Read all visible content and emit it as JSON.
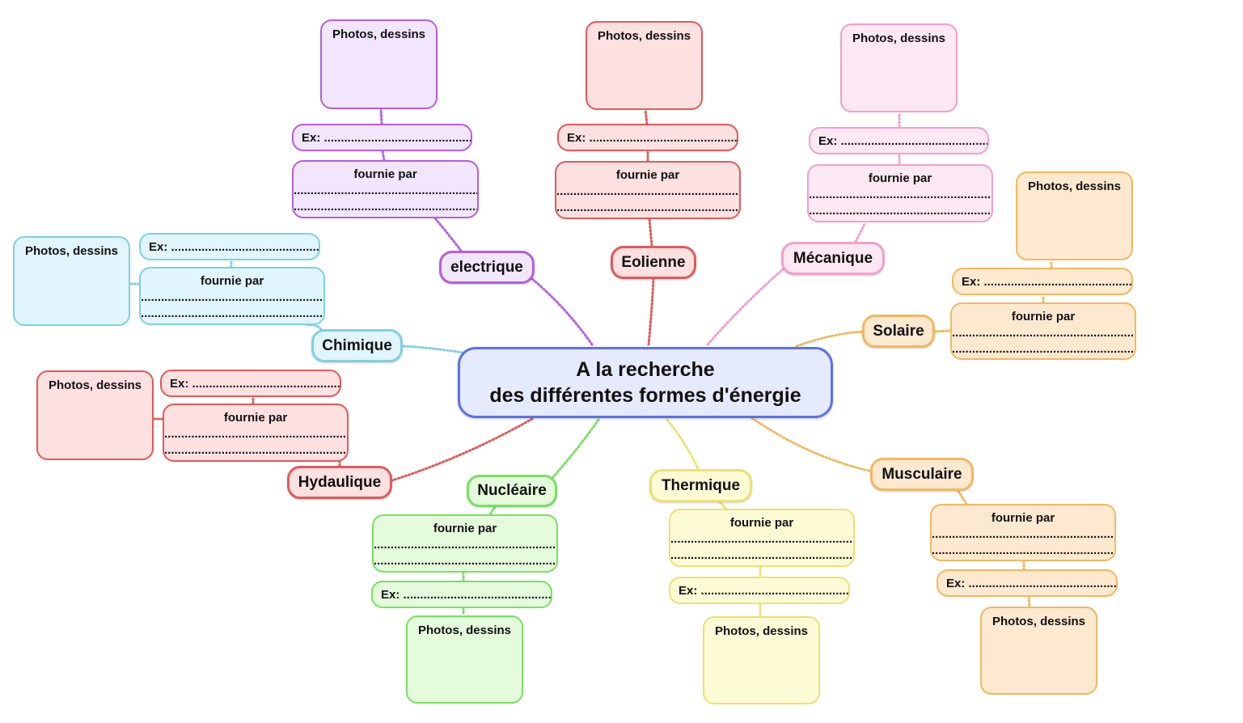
{
  "central": {
    "line1": "A la recherche",
    "line2": "des différentes formes d'énergie"
  },
  "labels": {
    "photos": "Photos, dessins",
    "ex": "Ex: ............................................",
    "fournie_title": "fournie par",
    "fournie_line1": "..........................................................",
    "fournie_line2": "..............................................................."
  },
  "categories": [
    {
      "id": "electrique",
      "label": "electrique",
      "color": "#b45ee0",
      "fill": "#f2e6fd"
    },
    {
      "id": "eolienne",
      "label": "Eolienne",
      "color": "#e05a5a",
      "fill": "#fde0e0"
    },
    {
      "id": "mecanique",
      "label": "Mécanique",
      "color": "#f2a0c8",
      "fill": "#fde8f3"
    },
    {
      "id": "solaire",
      "label": "Solaire",
      "color": "#f1b860",
      "fill": "#fde9cf"
    },
    {
      "id": "chimique",
      "label": "Chimique",
      "color": "#7fcfe6",
      "fill": "#e0f5fc"
    },
    {
      "id": "hydaulique",
      "label": "Hydaulique",
      "color": "#e05a5a",
      "fill": "#fde0e0"
    },
    {
      "id": "nucleaire",
      "label": "Nucléaire",
      "color": "#78e060",
      "fill": "#e4fbdc"
    },
    {
      "id": "thermique",
      "label": "Thermique",
      "color": "#ece170",
      "fill": "#fdfbd6"
    },
    {
      "id": "musculaire",
      "label": "Musculaire",
      "color": "#f1b860",
      "fill": "#fde9cf"
    }
  ],
  "colors": {
    "central_border": "#5b72e8",
    "central_fill": "#e6eafd"
  }
}
